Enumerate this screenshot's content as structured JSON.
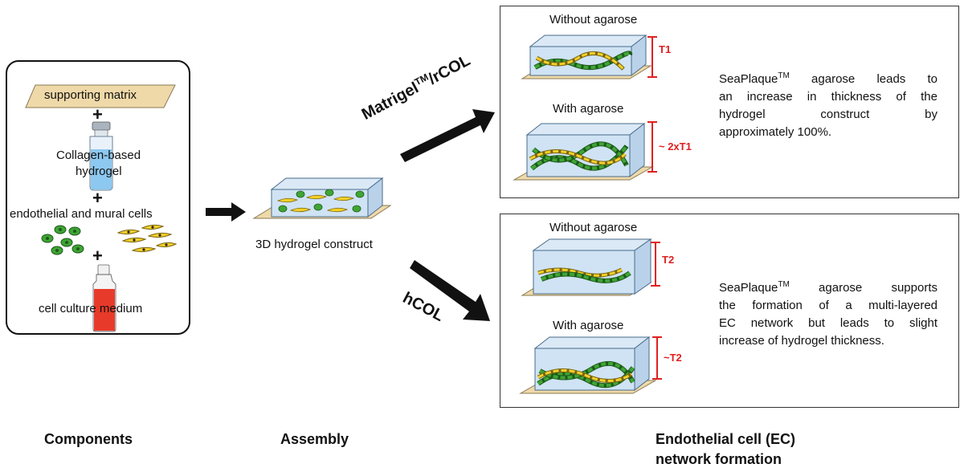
{
  "components": {
    "matrix": "supporting matrix",
    "hydrogel_line1": "Collagen-based",
    "hydrogel_line2": "hydrogel",
    "cells": "endothelial and mural cells",
    "medium": "cell culture medium",
    "plus": "+"
  },
  "assembly": {
    "construct_label": "3D hydrogel construct"
  },
  "routes": {
    "upper_base": "Matrigel",
    "upper_sup": "TM",
    "upper_rest": "/rCOL",
    "lower": "hCOL"
  },
  "upper_panel": {
    "without": "Without agarose",
    "with": "With agarose",
    "t_without": "T1",
    "t_with": "~ 2xT1",
    "desc_line1_a": "SeaPlaque",
    "desc_line1_sup": "TM",
    "desc_line1_b": " agarose leads to",
    "desc_line2": "an increase in thickness of the",
    "desc_line3": "hydrogel construct by",
    "desc_line4": "approximately 100%."
  },
  "lower_panel": {
    "without": "Without agarose",
    "with": "With agarose",
    "t_without": "T2",
    "t_with": "~T2",
    "desc_line1_a": "SeaPlaque",
    "desc_line1_sup": "TM",
    "desc_line1_b": " agarose supports",
    "desc_line2": "the formation of a multi-layered",
    "desc_line3": "EC network but leads to slight",
    "desc_line4": "increase of hydrogel thickness."
  },
  "bottom_labels": {
    "components": "Components",
    "assembly": "Assembly",
    "ec_line1": "Endothelial cell (EC)",
    "ec_line2": "network formation"
  },
  "colors": {
    "gel": "#cfe3f4",
    "gel_edge": "#4a6b8a",
    "matrix": "#efd9a8",
    "ec": "#3fa535",
    "mural": "#f2d128",
    "arrow": "#111111",
    "thickness": "#e02020",
    "medium": "#e83a2a"
  },
  "icons": [
    "arrow-right-icon",
    "arrow-up-right-icon",
    "arrow-down-right-icon",
    "vial-icon",
    "medium-bottle-icon"
  ]
}
